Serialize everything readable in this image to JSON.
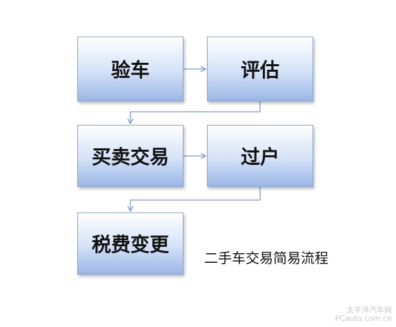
{
  "steps": {
    "inspect": "验车",
    "appraise": "评估",
    "trade": "买卖交易",
    "transfer": "过户",
    "tax_change": "税费变更"
  },
  "caption": "二手车交易简易流程",
  "watermark": {
    "line1": "太平洋汽车网",
    "line2": "PCauto.com.cn"
  }
}
